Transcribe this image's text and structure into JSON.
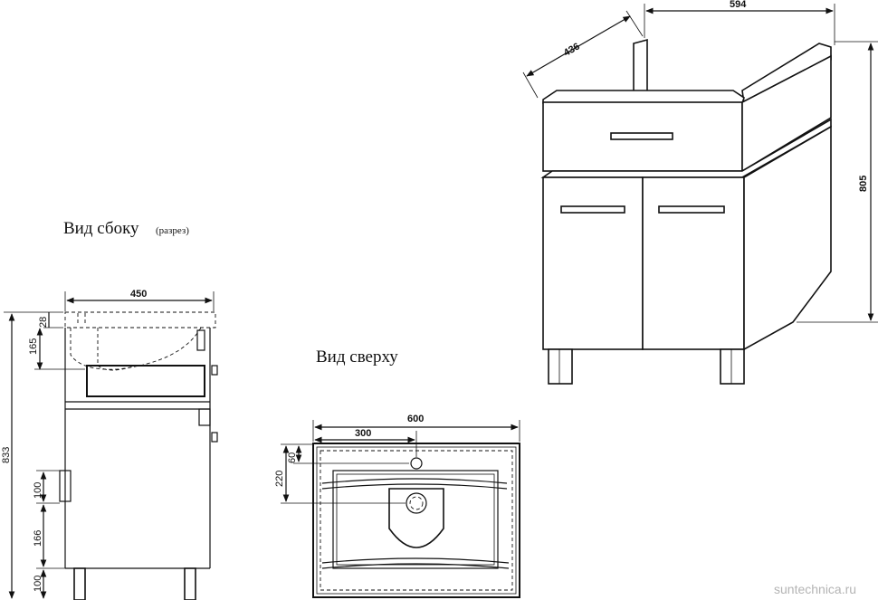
{
  "labels": {
    "side_view_title": "Вид сбоку",
    "side_view_note": "(разрез)",
    "top_view_title": "Вид сверху",
    "watermark": "suntechnica.ru"
  },
  "dimensions": {
    "iso_depth": "436",
    "iso_width": "594",
    "iso_height": "805",
    "side_depth": "450",
    "side_total_height": "833",
    "side_top_28": "28",
    "side_bowl_165": "165",
    "side_handle_100": "100",
    "side_gap_166": "166",
    "side_legs_100": "100",
    "top_width": "600",
    "top_half": "300",
    "top_depth_220": "220",
    "top_hole_60": "60"
  }
}
